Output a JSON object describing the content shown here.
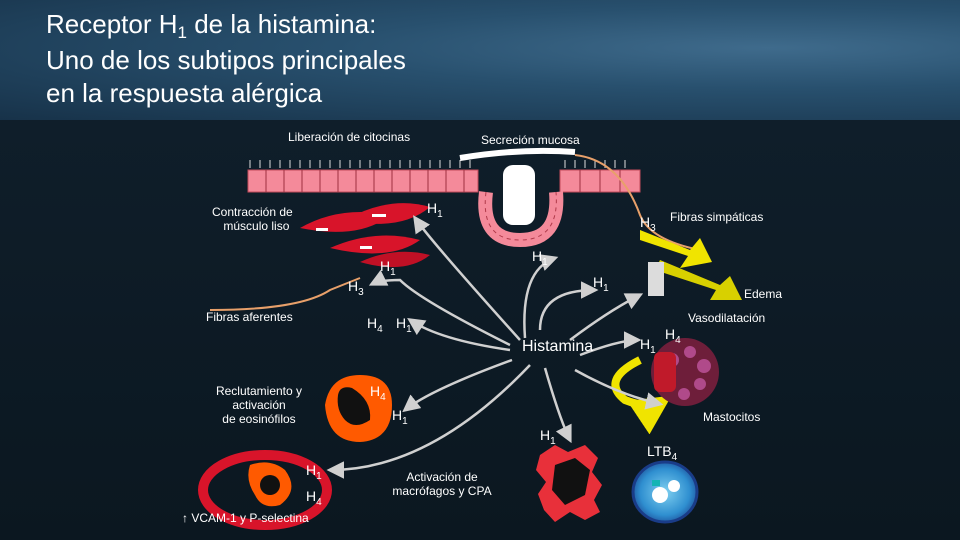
{
  "title": {
    "line1_prefix": "Receptor H",
    "line1_sub": "1",
    "line1_suffix": " de la histamina:",
    "line2": "Uno de los subtipos principales",
    "line3": "en la respuesta alérgica"
  },
  "labels": {
    "cytokine": "Liberación de citocinas",
    "mucus": "Secreción mucosa",
    "smooth1": "Contracción de",
    "smooth2": "músculo liso",
    "sympathetic": "Fibras simpáticas",
    "edema": "Edema",
    "afferent": "Fibras aferentes",
    "vasodilation": "Vasodilatación",
    "histamine": "Histamina",
    "eos1": "Reclutamiento y",
    "eos2": "activación",
    "eos3": "de eosinófilos",
    "mast": "Mastocitos",
    "ltb_main": "LTB",
    "ltb_sub": "4",
    "macro1": "Activación de",
    "macro2": "macrófagos y CPA",
    "vcam": "↑ VCAM-1 y P-selectina"
  },
  "receptors": {
    "h": "H",
    "one": "1",
    "three": "3",
    "four": "4"
  },
  "colors": {
    "arrow": "#c8c8c8",
    "yellow_arrow": "#f0e400",
    "muscle": "#d8142a",
    "cell_pink": "#f48a9a",
    "fiber": "#e8a06a"
  }
}
